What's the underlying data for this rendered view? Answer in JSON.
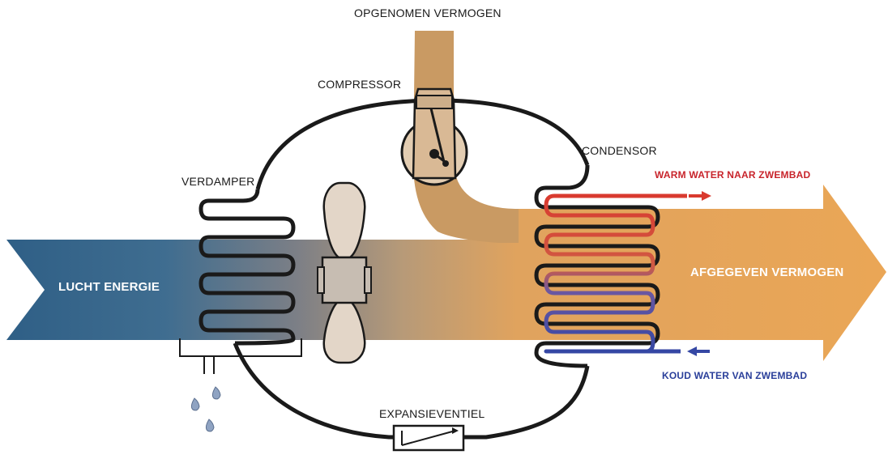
{
  "diagram": {
    "labels": {
      "input_power": "OPGENOMEN VERMOGEN",
      "compressor": "COMPRESSOR",
      "condenser": "CONDENSOR",
      "evaporator": "VERDAMPER",
      "warm_water": "WARM WATER NAAR ZWEMBAD",
      "cold_water": "KOUD WATER VAN ZWEMBAD",
      "air_energy": "LUCHT ENERGIE",
      "output_power": "AFGEGEVEN VERMOGEN",
      "expansion_valve": "EXPANSIEVENTIEL"
    },
    "colors": {
      "air_flow_start": "#2f5f86",
      "air_flow_mid": "#8e8a88",
      "energy_flow": "#e9a455",
      "compressor_flow": "#c99a63",
      "refrigerant_line": "#1a1a1a",
      "warm_water": "#d93a2f",
      "cold_water": "#3547a4",
      "droplet": "#8fa3c2"
    },
    "icons": [
      "fan-icon",
      "compressor-icon",
      "expansion-valve-icon",
      "water-droplet-icon",
      "arrow-right-icon",
      "arrow-left-icon"
    ]
  }
}
